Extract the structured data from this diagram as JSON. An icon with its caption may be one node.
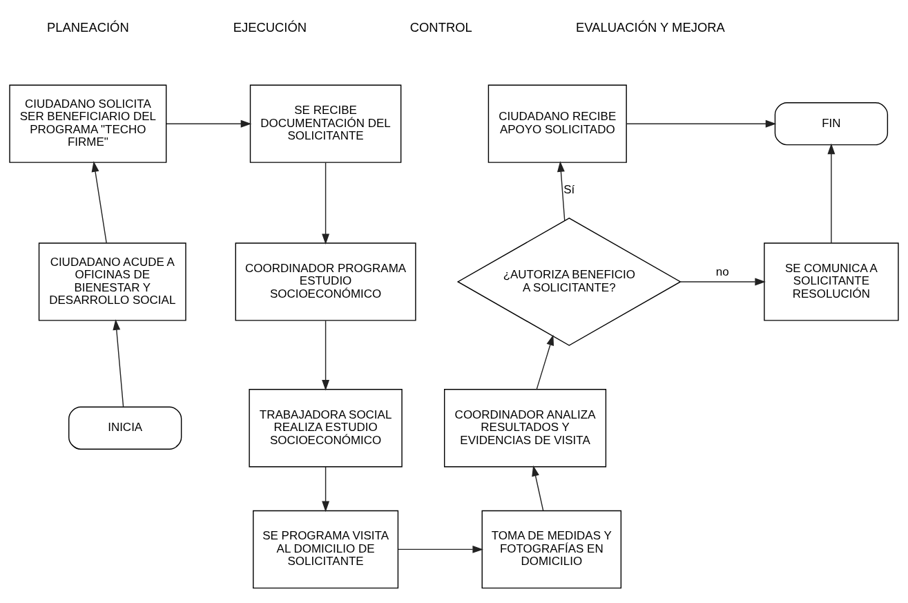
{
  "diagram": {
    "nodes": [
      {
        "text": [
          "INICIA"
        ]
      },
      {
        "text": [
          "CIUDADANO ACUDE A OFICINAS DE BIENESTAR Y DESARROLLO SOCIAL"
        ]
      },
      {
        "text": [
          "CIUDADANO SOLICITA SER BENEFICIARIO DEL PROGRAMA \"TECHO FIRME\""
        ]
      },
      {
        "text": [
          "SE RECIBE DOCUMENTACIÓN DEL SOLICITANTE"
        ]
      },
      {
        "text": [
          "COORDINADOR PROGRAMA ESTUDIO SOCIOECONÓMICO"
        ]
      },
      {
        "text": [
          "TRABAJADORA SOCIAL REALIZA ESTUDIO SOCIOECONÓMICO"
        ]
      },
      {
        "text": [
          "SE PROGRAMA VISITA AL DOMICILIO DE SOLICITANTE"
        ]
      },
      {
        "text": [
          "TOMA DE MEDIDAS Y FOTOGRAFÍAS EN DOMICILIO"
        ]
      },
      {
        "text": [
          "COORDINADOR ANALIZA RESULTADOS Y EVIDENCIAS DE VISITA"
        ]
      },
      {
        "text": [
          "¿AUTORIZA BENEFICIO A SOLICITANTE?"
        ]
      },
      {
        "text": [
          "CIUDADANO RECIBE APOYO SOLICITADO"
        ]
      },
      {
        "text": [
          "SE COMUNICA A SOLICITANTE RESOLUCIÓN"
        ]
      },
      {
        "text": [
          "FIN"
        ]
      }
    ],
    "edges": [
      {
        "from": 0,
        "to": 1,
        "arrow": "to"
      },
      {
        "from": 1,
        "to": 2,
        "arrow": "to"
      },
      {
        "from": 2,
        "to": 3,
        "arrow": "to"
      },
      {
        "from": 3,
        "to": 4,
        "arrow": "to"
      },
      {
        "from": 4,
        "to": 5,
        "arrow": "to"
      },
      {
        "from": 5,
        "to": 6,
        "arrow": "to"
      },
      {
        "from": 6,
        "to": 7,
        "arrow": "to"
      },
      {
        "from": 7,
        "to": 8,
        "arrow": "to"
      },
      {
        "from": 8,
        "to": 9,
        "arrow": "to"
      },
      {
        "from": 9,
        "to": 10,
        "label": "Sí",
        "arrow": "to"
      },
      {
        "from": 9,
        "to": 11,
        "label": "no",
        "arrow": "to"
      },
      {
        "from": 10,
        "to": 12,
        "arrow": "to"
      },
      {
        "from": 11,
        "to": 12,
        "arrow": "to"
      }
    ],
    "labels": [
      "PLANEACIÓN",
      "EJECUCIÓN",
      "CONTROL",
      "EVALUACIÓN Y MEJORA"
    ]
  }
}
